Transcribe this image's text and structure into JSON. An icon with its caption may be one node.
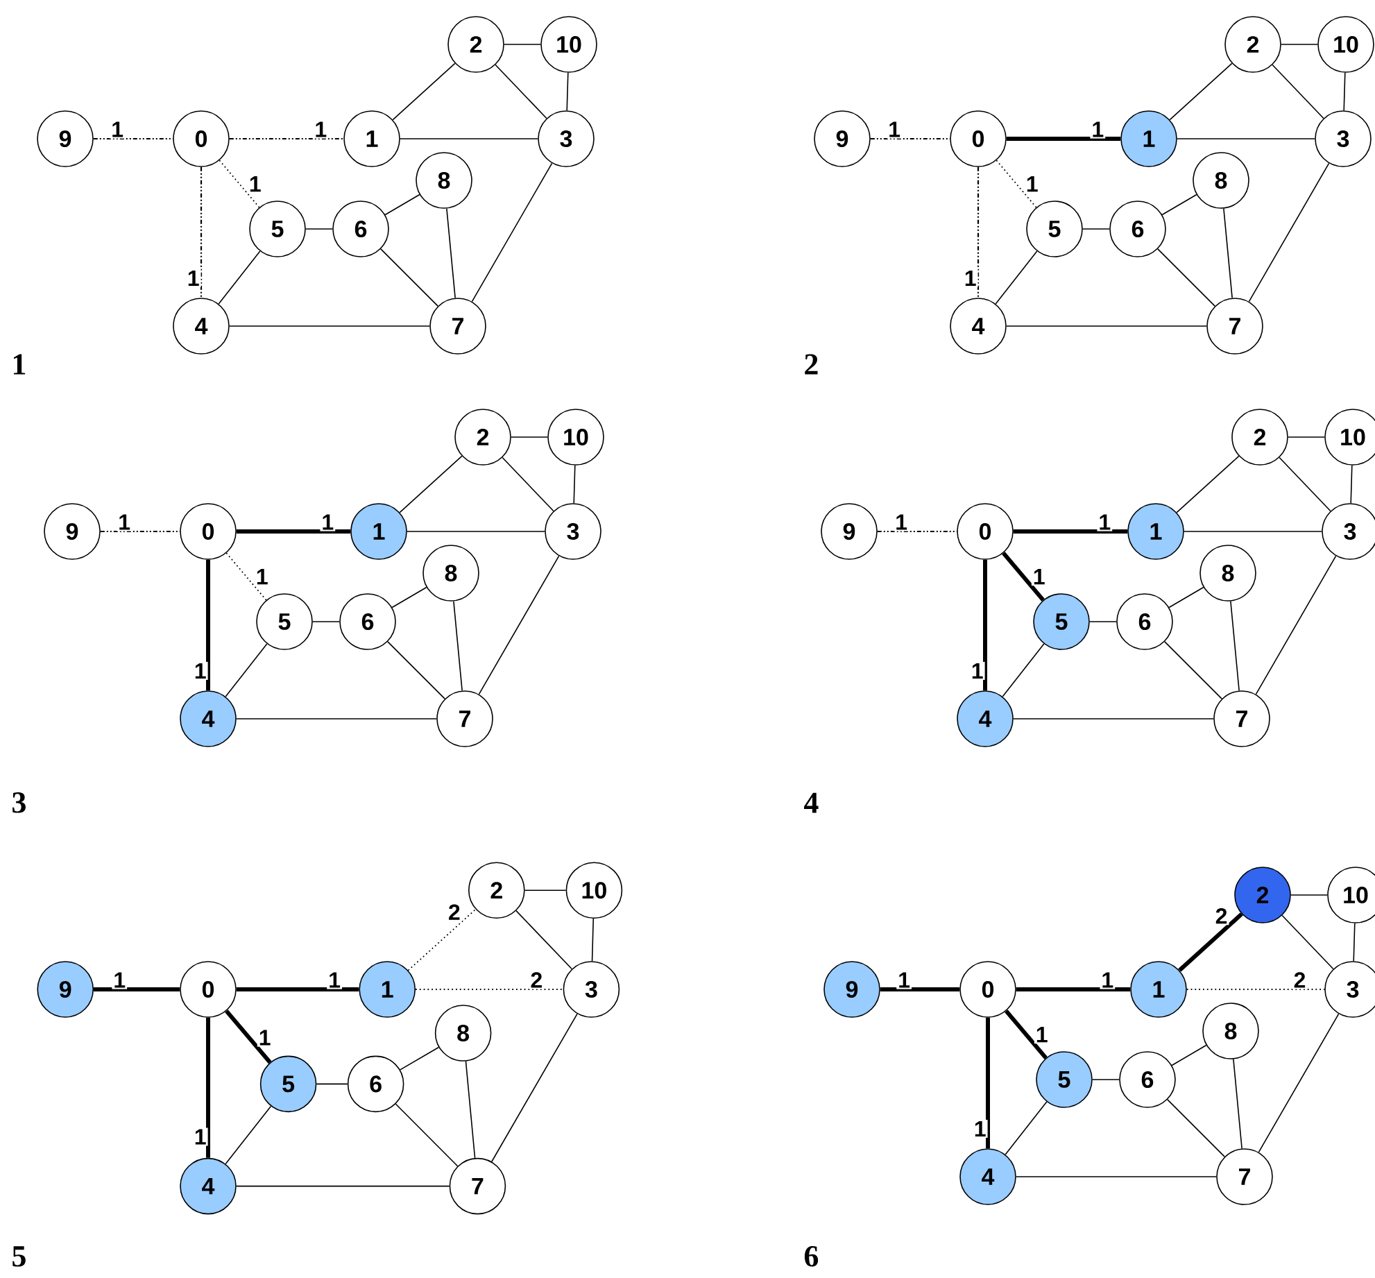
{
  "diagram": {
    "nodes": [
      {
        "text": [
          "0"
        ]
      },
      {
        "text": [
          "1"
        ]
      },
      {
        "text": [
          "2"
        ]
      },
      {
        "text": [
          "3"
        ]
      },
      {
        "text": [
          "4"
        ]
      },
      {
        "text": [
          "5"
        ]
      },
      {
        "text": [
          "6"
        ]
      },
      {
        "text": [
          "7"
        ]
      },
      {
        "text": [
          "8"
        ]
      },
      {
        "text": [
          "9"
        ]
      },
      {
        "text": [
          "10"
        ]
      },
      {
        "text": [
          "0"
        ]
      },
      {
        "text": [
          "1"
        ]
      },
      {
        "text": [
          "2"
        ]
      },
      {
        "text": [
          "3"
        ]
      },
      {
        "text": [
          "4"
        ]
      },
      {
        "text": [
          "5"
        ]
      },
      {
        "text": [
          "6"
        ]
      },
      {
        "text": [
          "7"
        ]
      },
      {
        "text": [
          "8"
        ]
      },
      {
        "text": [
          "9"
        ]
      },
      {
        "text": [
          "10"
        ]
      },
      {
        "text": [
          "0"
        ]
      },
      {
        "text": [
          "1"
        ]
      },
      {
        "text": [
          "2"
        ]
      },
      {
        "text": [
          "3"
        ]
      },
      {
        "text": [
          "4"
        ]
      },
      {
        "text": [
          "5"
        ]
      },
      {
        "text": [
          "6"
        ]
      },
      {
        "text": [
          "7"
        ]
      },
      {
        "text": [
          "8"
        ]
      },
      {
        "text": [
          "9"
        ]
      },
      {
        "text": [
          "10"
        ]
      },
      {
        "text": [
          "0"
        ]
      },
      {
        "text": [
          "1"
        ]
      },
      {
        "text": [
          "2"
        ]
      },
      {
        "text": [
          "3"
        ]
      },
      {
        "text": [
          "4"
        ]
      },
      {
        "text": [
          "5"
        ]
      },
      {
        "text": [
          "6"
        ]
      },
      {
        "text": [
          "7"
        ]
      },
      {
        "text": [
          "8"
        ]
      },
      {
        "text": [
          "9"
        ]
      },
      {
        "text": [
          "10"
        ]
      },
      {
        "text": [
          "0"
        ]
      },
      {
        "text": [
          "1"
        ]
      },
      {
        "text": [
          "2"
        ]
      },
      {
        "text": [
          "3"
        ]
      },
      {
        "text": [
          "4"
        ]
      },
      {
        "text": [
          "5"
        ]
      },
      {
        "text": [
          "6"
        ]
      },
      {
        "text": [
          "7"
        ]
      },
      {
        "text": [
          "8"
        ]
      },
      {
        "text": [
          "9"
        ]
      },
      {
        "text": [
          "10"
        ]
      },
      {
        "text": [
          "0"
        ]
      },
      {
        "text": [
          "1"
        ]
      },
      {
        "text": [
          "2"
        ]
      },
      {
        "text": [
          "3"
        ]
      },
      {
        "text": [
          "4"
        ]
      },
      {
        "text": [
          "5"
        ]
      },
      {
        "text": [
          "6"
        ]
      },
      {
        "text": [
          "7"
        ]
      },
      {
        "text": [
          "8"
        ]
      },
      {
        "text": [
          "9"
        ]
      },
      {
        "text": [
          "10"
        ]
      }
    ],
    "edges": [
      {
        "from": 9,
        "to": 0,
        "arrow": "none",
        "label": "1",
        "style": "dashed"
      },
      {
        "from": 0,
        "to": 1,
        "arrow": "none",
        "label": "1",
        "style": "dashed"
      },
      {
        "from": 0,
        "to": 5,
        "arrow": "none",
        "label": "1",
        "style": "dashed"
      },
      {
        "from": 0,
        "to": 4,
        "arrow": "none",
        "label": "1",
        "style": "dashed"
      },
      {
        "from": 1,
        "to": 2,
        "arrow": "none"
      },
      {
        "from": 1,
        "to": 3,
        "arrow": "none"
      },
      {
        "from": 2,
        "to": 10,
        "arrow": "none"
      },
      {
        "from": 2,
        "to": 3,
        "arrow": "none"
      },
      {
        "from": 10,
        "to": 3,
        "arrow": "none"
      },
      {
        "from": 3,
        "to": 7,
        "arrow": "none"
      },
      {
        "from": 5,
        "to": 6,
        "arrow": "none"
      },
      {
        "from": 5,
        "to": 4,
        "arrow": "none"
      },
      {
        "from": 6,
        "to": 8,
        "arrow": "none"
      },
      {
        "from": 6,
        "to": 7,
        "arrow": "none"
      },
      {
        "from": 8,
        "to": 7,
        "arrow": "none"
      },
      {
        "from": 4,
        "to": 7,
        "arrow": "none"
      },
      {
        "from": 20,
        "to": 11,
        "arrow": "none",
        "label": "1",
        "style": "dashed"
      },
      {
        "from": 11,
        "to": 12,
        "arrow": "none",
        "label": "1",
        "style": "thick"
      },
      {
        "from": 11,
        "to": 16,
        "arrow": "none",
        "label": "1",
        "style": "dashed"
      },
      {
        "from": 11,
        "to": 15,
        "arrow": "none",
        "label": "1",
        "style": "dashed"
      },
      {
        "from": 12,
        "to": 13,
        "arrow": "none"
      },
      {
        "from": 12,
        "to": 14,
        "arrow": "none"
      },
      {
        "from": 13,
        "to": 21,
        "arrow": "none"
      },
      {
        "from": 13,
        "to": 14,
        "arrow": "none"
      },
      {
        "from": 21,
        "to": 14,
        "arrow": "none"
      },
      {
        "from": 14,
        "to": 18,
        "arrow": "none"
      },
      {
        "from": 16,
        "to": 17,
        "arrow": "none"
      },
      {
        "from": 16,
        "to": 15,
        "arrow": "none"
      },
      {
        "from": 17,
        "to": 19,
        "arrow": "none"
      },
      {
        "from": 17,
        "to": 18,
        "arrow": "none"
      },
      {
        "from": 19,
        "to": 18,
        "arrow": "none"
      },
      {
        "from": 15,
        "to": 18,
        "arrow": "none"
      },
      {
        "from": 31,
        "to": 22,
        "arrow": "none",
        "label": "1",
        "style": "dashed"
      },
      {
        "from": 22,
        "to": 23,
        "arrow": "none",
        "label": "1",
        "style": "thick"
      },
      {
        "from": 22,
        "to": 27,
        "arrow": "none",
        "label": "1",
        "style": "dashed"
      },
      {
        "from": 22,
        "to": 26,
        "arrow": "none",
        "label": "1",
        "style": "thick"
      },
      {
        "from": 23,
        "to": 24,
        "arrow": "none"
      },
      {
        "from": 23,
        "to": 25,
        "arrow": "none"
      },
      {
        "from": 24,
        "to": 32,
        "arrow": "none"
      },
      {
        "from": 24,
        "to": 25,
        "arrow": "none"
      },
      {
        "from": 32,
        "to": 25,
        "arrow": "none"
      },
      {
        "from": 25,
        "to": 29,
        "arrow": "none"
      },
      {
        "from": 27,
        "to": 28,
        "arrow": "none"
      },
      {
        "from": 27,
        "to": 26,
        "arrow": "none"
      },
      {
        "from": 28,
        "to": 30,
        "arrow": "none"
      },
      {
        "from": 28,
        "to": 29,
        "arrow": "none"
      },
      {
        "from": 30,
        "to": 29,
        "arrow": "none"
      },
      {
        "from": 26,
        "to": 29,
        "arrow": "none"
      },
      {
        "from": 42,
        "to": 33,
        "arrow": "none",
        "label": "1",
        "style": "dashed"
      },
      {
        "from": 33,
        "to": 34,
        "arrow": "none",
        "label": "1",
        "style": "thick"
      },
      {
        "from": 33,
        "to": 38,
        "arrow": "none",
        "label": "1",
        "style": "thick"
      },
      {
        "from": 33,
        "to": 37,
        "arrow": "none",
        "label": "1",
        "style": "thick"
      },
      {
        "from": 34,
        "to": 35,
        "arrow": "none"
      },
      {
        "from": 34,
        "to": 36,
        "arrow": "none"
      },
      {
        "from": 35,
        "to": 43,
        "arrow": "none"
      },
      {
        "from": 35,
        "to": 36,
        "arrow": "none"
      },
      {
        "from": 43,
        "to": 36,
        "arrow": "none"
      },
      {
        "from": 36,
        "to": 40,
        "arrow": "none"
      },
      {
        "from": 38,
        "to": 39,
        "arrow": "none"
      },
      {
        "from": 38,
        "to": 37,
        "arrow": "none"
      },
      {
        "from": 39,
        "to": 41,
        "arrow": "none"
      },
      {
        "from": 39,
        "to": 40,
        "arrow": "none"
      },
      {
        "from": 41,
        "to": 40,
        "arrow": "none"
      },
      {
        "from": 37,
        "to": 40,
        "arrow": "none"
      },
      {
        "from": 53,
        "to": 44,
        "arrow": "none",
        "label": "1",
        "style": "thick"
      },
      {
        "from": 44,
        "to": 45,
        "arrow": "none",
        "label": "1",
        "style": "thick"
      },
      {
        "from": 44,
        "to": 49,
        "arrow": "none",
        "label": "1",
        "style": "thick"
      },
      {
        "from": 44,
        "to": 48,
        "arrow": "none",
        "label": "1",
        "style": "thick"
      },
      {
        "from": 45,
        "to": 46,
        "arrow": "none",
        "label": "2",
        "style": "dashed"
      },
      {
        "from": 45,
        "to": 47,
        "arrow": "none",
        "label": "2",
        "style": "dashed"
      },
      {
        "from": 46,
        "to": 54,
        "arrow": "none"
      },
      {
        "from": 46,
        "to": 47,
        "arrow": "none"
      },
      {
        "from": 54,
        "to": 47,
        "arrow": "none"
      },
      {
        "from": 47,
        "to": 51,
        "arrow": "none"
      },
      {
        "from": 49,
        "to": 50,
        "arrow": "none"
      },
      {
        "from": 49,
        "to": 48,
        "arrow": "none"
      },
      {
        "from": 50,
        "to": 52,
        "arrow": "none"
      },
      {
        "from": 50,
        "to": 51,
        "arrow": "none"
      },
      {
        "from": 52,
        "to": 51,
        "arrow": "none"
      },
      {
        "from": 48,
        "to": 51,
        "arrow": "none"
      },
      {
        "from": 64,
        "to": 55,
        "arrow": "none",
        "label": "1",
        "style": "thick"
      },
      {
        "from": 55,
        "to": 56,
        "arrow": "none",
        "label": "1",
        "style": "thick"
      },
      {
        "from": 55,
        "to": 60,
        "arrow": "none",
        "label": "1",
        "style": "thick"
      },
      {
        "from": 55,
        "to": 59,
        "arrow": "none",
        "label": "1",
        "style": "thick"
      },
      {
        "from": 56,
        "to": 57,
        "arrow": "none",
        "label": "2",
        "style": "thick"
      },
      {
        "from": 56,
        "to": 58,
        "arrow": "none",
        "label": "2",
        "style": "dashed"
      },
      {
        "from": 57,
        "to": 65,
        "arrow": "none"
      },
      {
        "from": 57,
        "to": 58,
        "arrow": "none"
      },
      {
        "from": 65,
        "to": 58,
        "arrow": "none"
      },
      {
        "from": 58,
        "to": 62,
        "arrow": "none"
      },
      {
        "from": 60,
        "to": 61,
        "arrow": "none"
      },
      {
        "from": 60,
        "to": 59,
        "arrow": "none"
      },
      {
        "from": 61,
        "to": 63,
        "arrow": "none"
      },
      {
        "from": 61,
        "to": 62,
        "arrow": "none"
      },
      {
        "from": 63,
        "to": 62,
        "arrow": "none"
      },
      {
        "from": 59,
        "to": 62,
        "arrow": "none"
      }
    ],
    "labels": [
      "1",
      "2",
      "3",
      "4",
      "5",
      "6"
    ]
  }
}
